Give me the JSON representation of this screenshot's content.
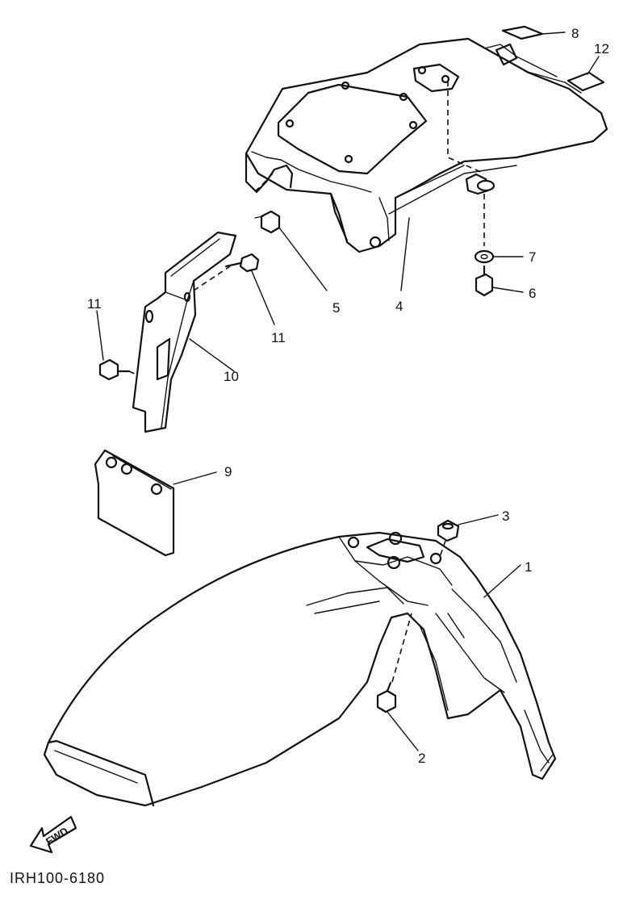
{
  "callouts": {
    "c1": "1",
    "c2": "2",
    "c3": "3",
    "c4": "4",
    "c5": "5",
    "c6": "6",
    "c7": "7",
    "c8": "8",
    "c9": "9",
    "c10": "10",
    "c11a": "11",
    "c11b": "11",
    "c12": "12"
  },
  "fwd_label": "FWD",
  "diagram_code": "IRH100-6180"
}
